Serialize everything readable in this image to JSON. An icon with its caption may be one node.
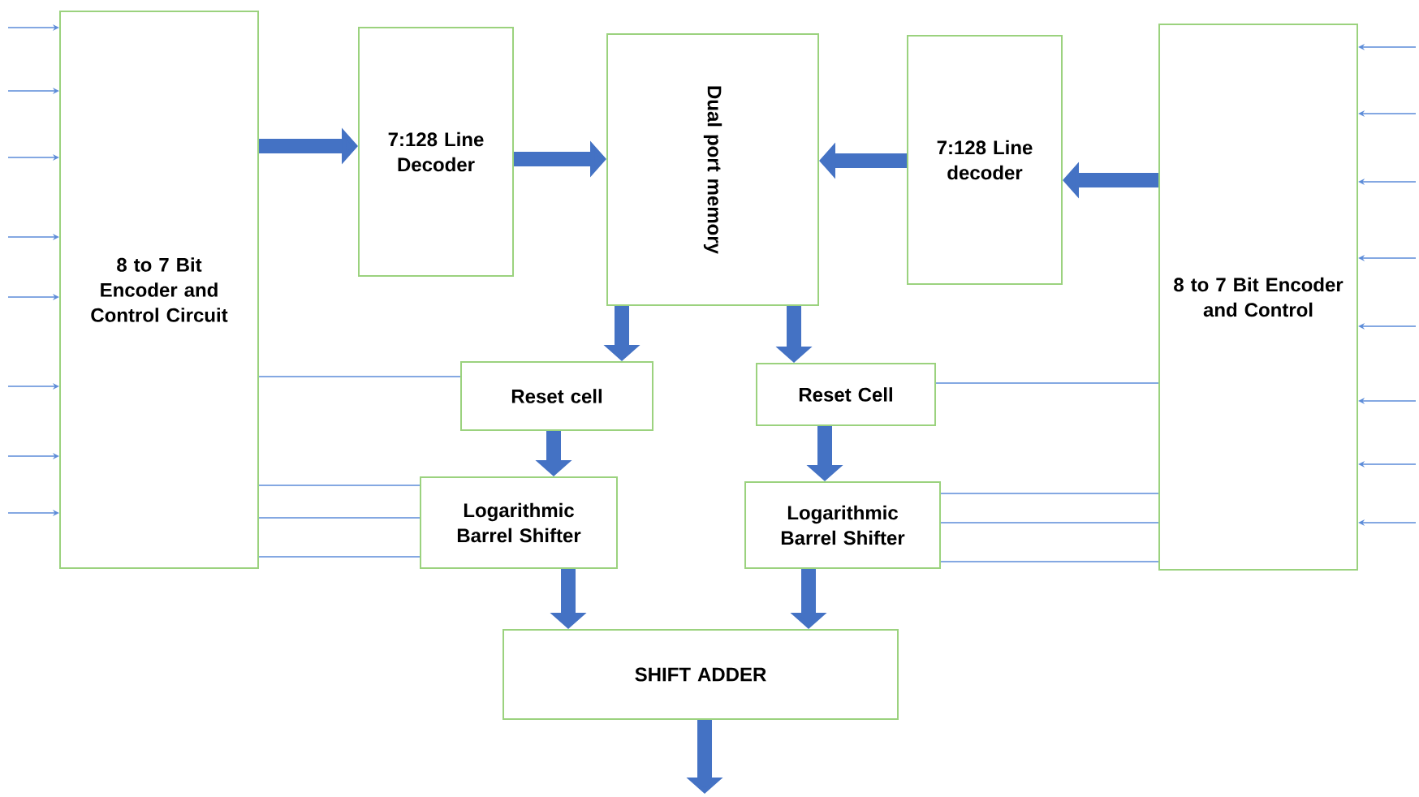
{
  "diagram": {
    "nodes": [
      {
        "text": [
          "8 to 7 Bit Encoder and Control Circuit"
        ]
      },
      {
        "text": [
          "7:128 Line Decoder"
        ]
      },
      {
        "text": [
          "Dual port memory"
        ]
      },
      {
        "text": [
          "7:128 Line decoder"
        ]
      },
      {
        "text": [
          "8 to 7 Bit Encoder and Control"
        ]
      },
      {
        "text": [
          "Reset cell"
        ]
      },
      {
        "text": [
          "Reset Cell"
        ]
      },
      {
        "text": [
          "Logarithmic Barrel Shifter"
        ]
      },
      {
        "text": [
          "Logarithmic Barrel Shifter"
        ]
      },
      {
        "text": [
          "SHIFT ADDER"
        ]
      }
    ],
    "edges": [
      {
        "from": null,
        "to": 0,
        "arrow": "to"
      },
      {
        "from": null,
        "to": 0,
        "arrow": "to"
      },
      {
        "from": null,
        "to": 0,
        "arrow": "to"
      },
      {
        "from": null,
        "to": 0,
        "arrow": "to"
      },
      {
        "from": null,
        "to": 0,
        "arrow": "to"
      },
      {
        "from": null,
        "to": 0,
        "arrow": "to"
      },
      {
        "from": null,
        "to": 0,
        "arrow": "to"
      },
      {
        "from": null,
        "to": 0,
        "arrow": "to"
      },
      {
        "from": null,
        "to": 4,
        "arrow": "to"
      },
      {
        "from": null,
        "to": 4,
        "arrow": "to"
      },
      {
        "from": null,
        "to": 4,
        "arrow": "to"
      },
      {
        "from": null,
        "to": 4,
        "arrow": "to"
      },
      {
        "from": null,
        "to": 4,
        "arrow": "to"
      },
      {
        "from": null,
        "to": 4,
        "arrow": "to"
      },
      {
        "from": null,
        "to": 4,
        "arrow": "to"
      },
      {
        "from": null,
        "to": 4,
        "arrow": "to"
      },
      {
        "from": 0,
        "to": 1,
        "arrow": "to",
        "style": "thick"
      },
      {
        "from": 1,
        "to": 2,
        "arrow": "to",
        "style": "thick"
      },
      {
        "from": 3,
        "to": 2,
        "arrow": "to",
        "style": "thick"
      },
      {
        "from": 4,
        "to": 3,
        "arrow": "to",
        "style": "thick"
      },
      {
        "from": 2,
        "to": 5,
        "arrow": "to",
        "style": "thick"
      },
      {
        "from": 2,
        "to": 6,
        "arrow": "to",
        "style": "thick"
      },
      {
        "from": 5,
        "to": 7,
        "arrow": "to",
        "style": "thick"
      },
      {
        "from": 6,
        "to": 8,
        "arrow": "to",
        "style": "thick"
      },
      {
        "from": 7,
        "to": 9,
        "arrow": "to",
        "style": "thick"
      },
      {
        "from": 8,
        "to": 9,
        "arrow": "to",
        "style": "thick"
      },
      {
        "from": 9,
        "to": null,
        "arrow": "to",
        "style": "thick"
      },
      {
        "from": 0,
        "to": 5,
        "arrow": "none"
      },
      {
        "from": 0,
        "to": 7,
        "arrow": "none"
      },
      {
        "from": 0,
        "to": 7,
        "arrow": "none"
      },
      {
        "from": 0,
        "to": 7,
        "arrow": "none"
      },
      {
        "from": 6,
        "to": 4,
        "arrow": "none"
      },
      {
        "from": 8,
        "to": 4,
        "arrow": "none"
      },
      {
        "from": 8,
        "to": 4,
        "arrow": "none"
      },
      {
        "from": 8,
        "to": 4,
        "arrow": "none"
      }
    ]
  }
}
